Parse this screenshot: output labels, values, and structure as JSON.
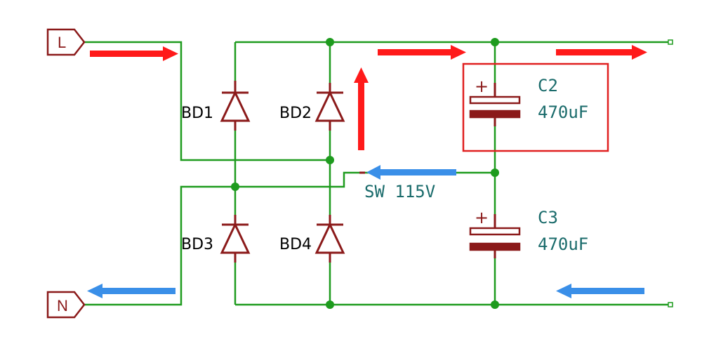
{
  "ports": {
    "line": "L",
    "neutral": "N"
  },
  "diodes": {
    "bd1": "BD1",
    "bd2": "BD2",
    "bd3": "BD3",
    "bd4": "BD4"
  },
  "capacitors": {
    "c2": {
      "ref": "C2",
      "value": "470uF",
      "polarity": "+"
    },
    "c3": {
      "ref": "C3",
      "value": "470uF",
      "polarity": "+"
    }
  },
  "switch_label": "SW 115V",
  "colors": {
    "wire": "#1e9b1e",
    "component": "#8b1a1a",
    "label_teal": "#1a6b6b",
    "arrow_red": "#ff1a1a",
    "arrow_blue": "#3a8fe8",
    "highlight_box": "#e02020"
  },
  "annotations": {
    "highlight_target": "C2",
    "red_arrows": "current path (L side)",
    "blue_arrows": "return path (N side)"
  }
}
